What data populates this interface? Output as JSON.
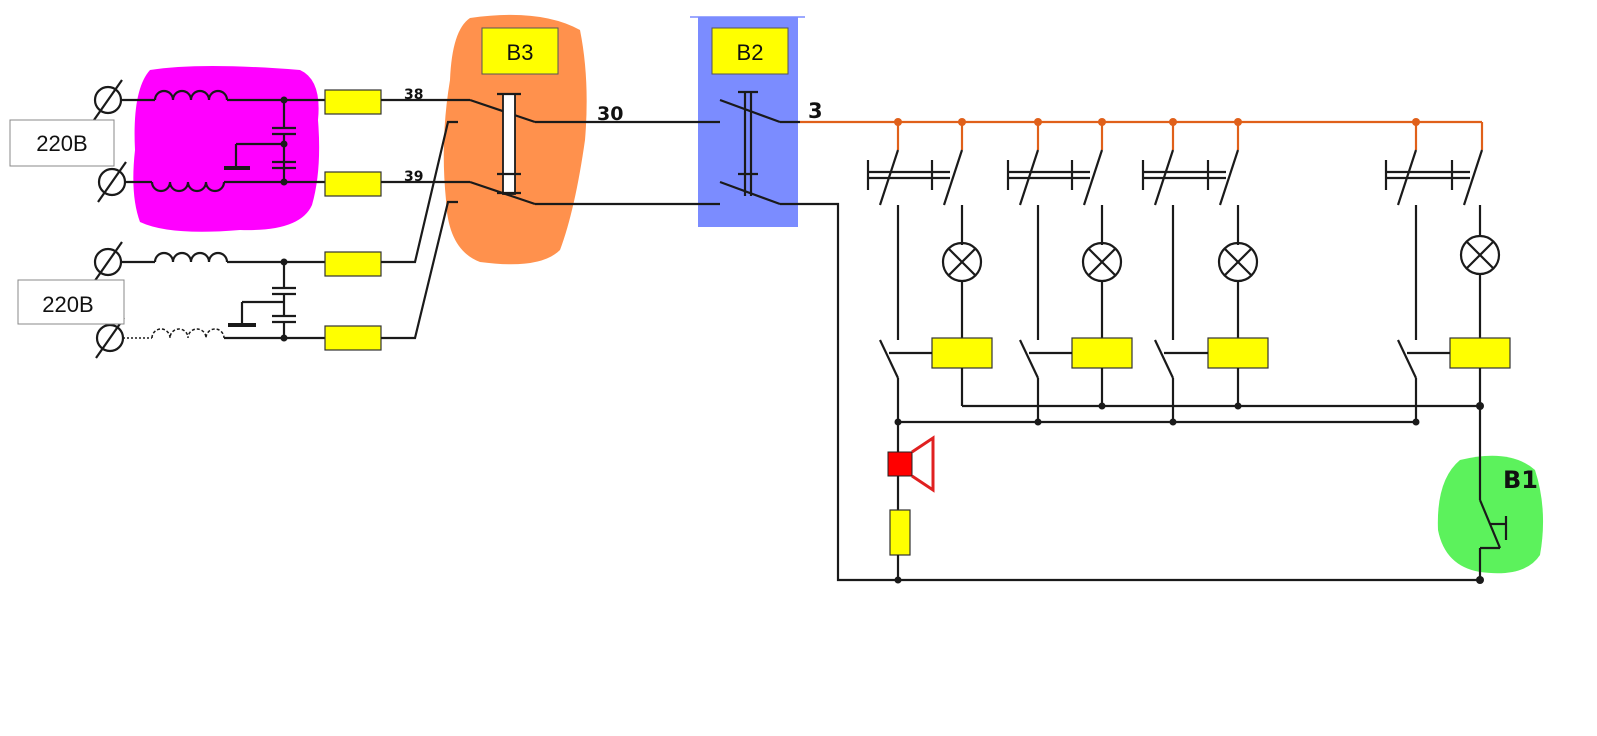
{
  "sources": [
    {
      "label": "220В"
    },
    {
      "label": "220В"
    }
  ],
  "switches": {
    "b3": "В3",
    "b2": "В2",
    "b1": "В1"
  },
  "wire_numbers": {
    "w38": "38",
    "w39": "39",
    "w30": "30",
    "w3": "3"
  },
  "colors": {
    "filter_highlight": "#ff00ff",
    "b3_highlight": "#ff914d",
    "b2_highlight": "#7b8cff",
    "b1_highlight": "#5cf25c",
    "label_box": "#ffff00",
    "live_bus": "#e0601a",
    "siren": "#ff0000",
    "siren_outline": "#e02020"
  },
  "icons": [
    "terminal-icon",
    "inductor-icon",
    "capacitor-icon",
    "ground-icon",
    "fuse-icon",
    "switch-icon",
    "lamp-icon",
    "relay-coil-icon",
    "siren-icon",
    "pushbutton-icon"
  ],
  "branch_count": 4
}
